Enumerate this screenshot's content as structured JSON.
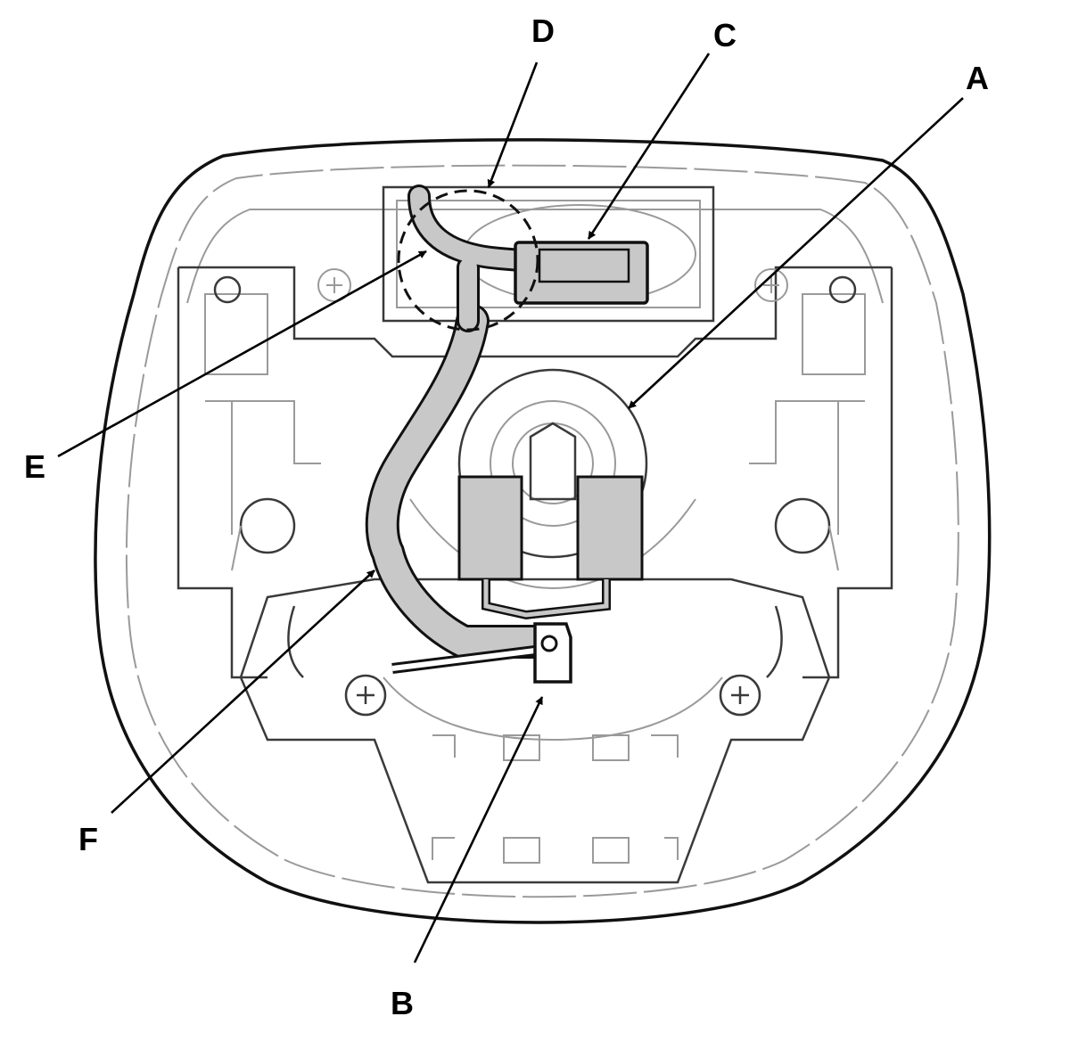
{
  "diagram": {
    "callouts": [
      {
        "id": "A",
        "label": "A"
      },
      {
        "id": "B",
        "label": "B"
      },
      {
        "id": "C",
        "label": "C"
      },
      {
        "id": "D",
        "label": "D"
      },
      {
        "id": "E",
        "label": "E"
      },
      {
        "id": "F",
        "label": "F"
      }
    ]
  },
  "colors": {
    "line": "#111111",
    "light_line": "#9a9a9a",
    "part_fill": "#c8c8c8",
    "background": "#ffffff"
  }
}
